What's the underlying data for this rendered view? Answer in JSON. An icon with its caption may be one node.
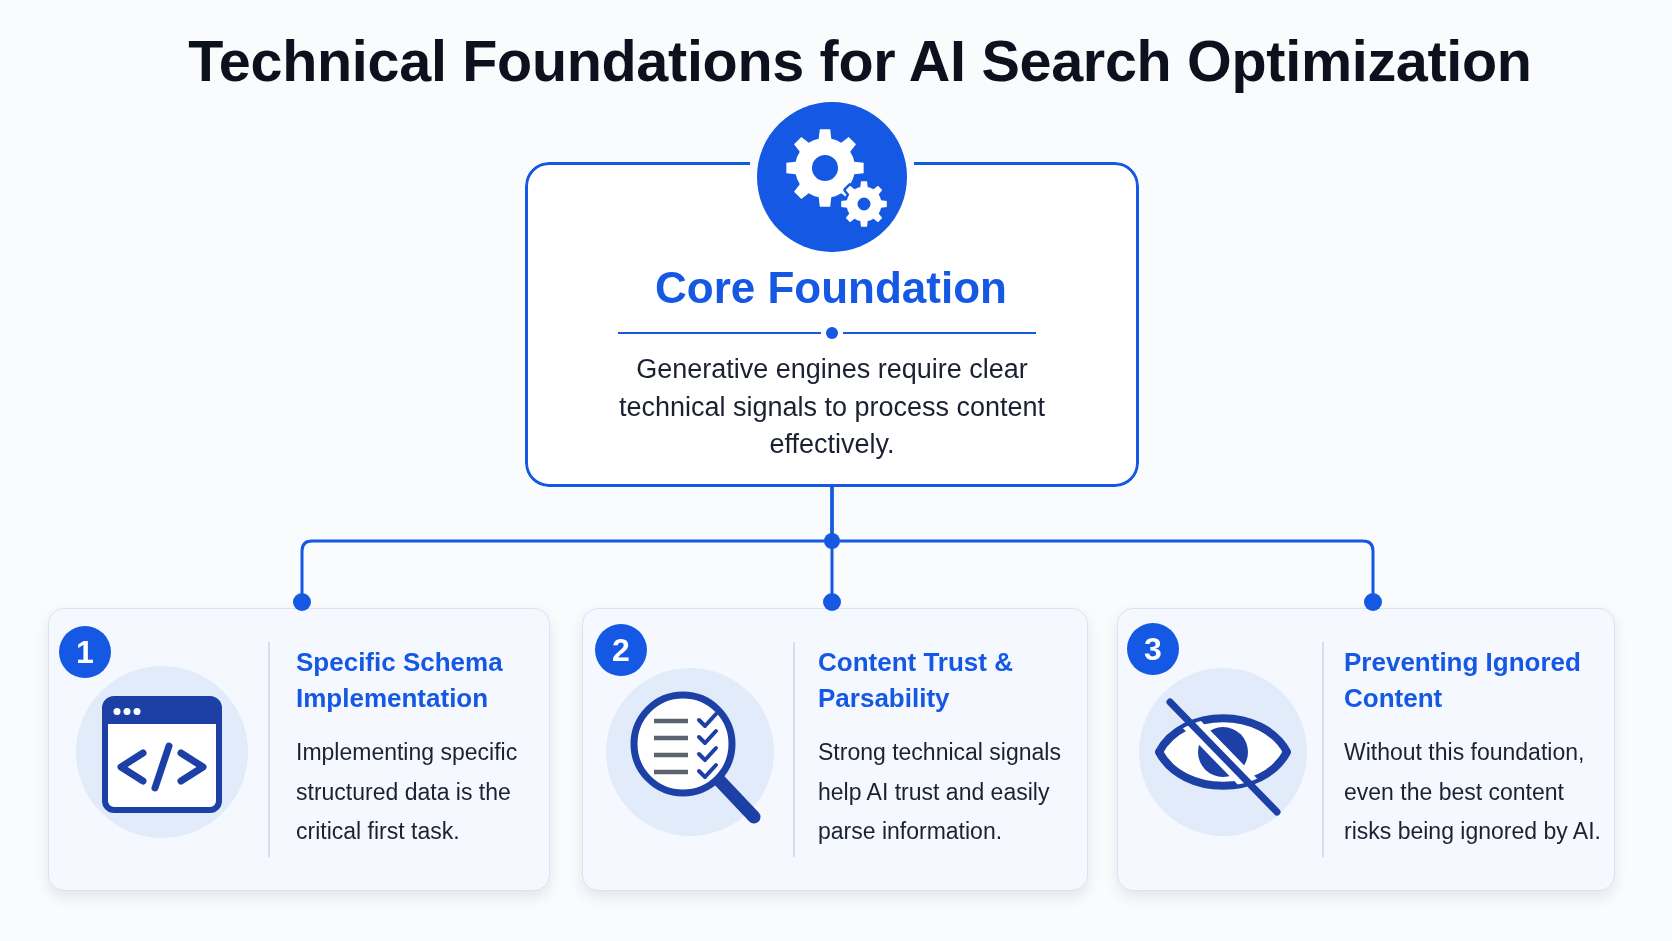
{
  "diagram": {
    "title": "Technical Foundations for AI Search Optimization",
    "nodes": [
      {
        "text": [
          "Core Foundation",
          "Generative engines require clear technical signals to process content effectively."
        ]
      },
      {
        "text": [
          "Specific Schema Implementation",
          "Implementing specific structured data is the critical first task."
        ]
      },
      {
        "text": [
          "1"
        ],
        "in": 1
      },
      {
        "text": [
          "Content Trust & Parsability",
          "Strong technical signals help AI trust and easily parse information."
        ]
      },
      {
        "text": [
          "2"
        ],
        "in": 3
      },
      {
        "text": [
          "Preventing Ignored Content",
          "Without this foundation, even the best content risks being ignored by AI."
        ]
      },
      {
        "text": [
          "3"
        ],
        "in": 5
      }
    ],
    "edges": [
      {
        "from": 0,
        "to": 1,
        "arrow": "other"
      },
      {
        "from": 0,
        "to": 3,
        "arrow": "other"
      },
      {
        "from": 0,
        "to": 5,
        "arrow": "other"
      }
    ]
  }
}
